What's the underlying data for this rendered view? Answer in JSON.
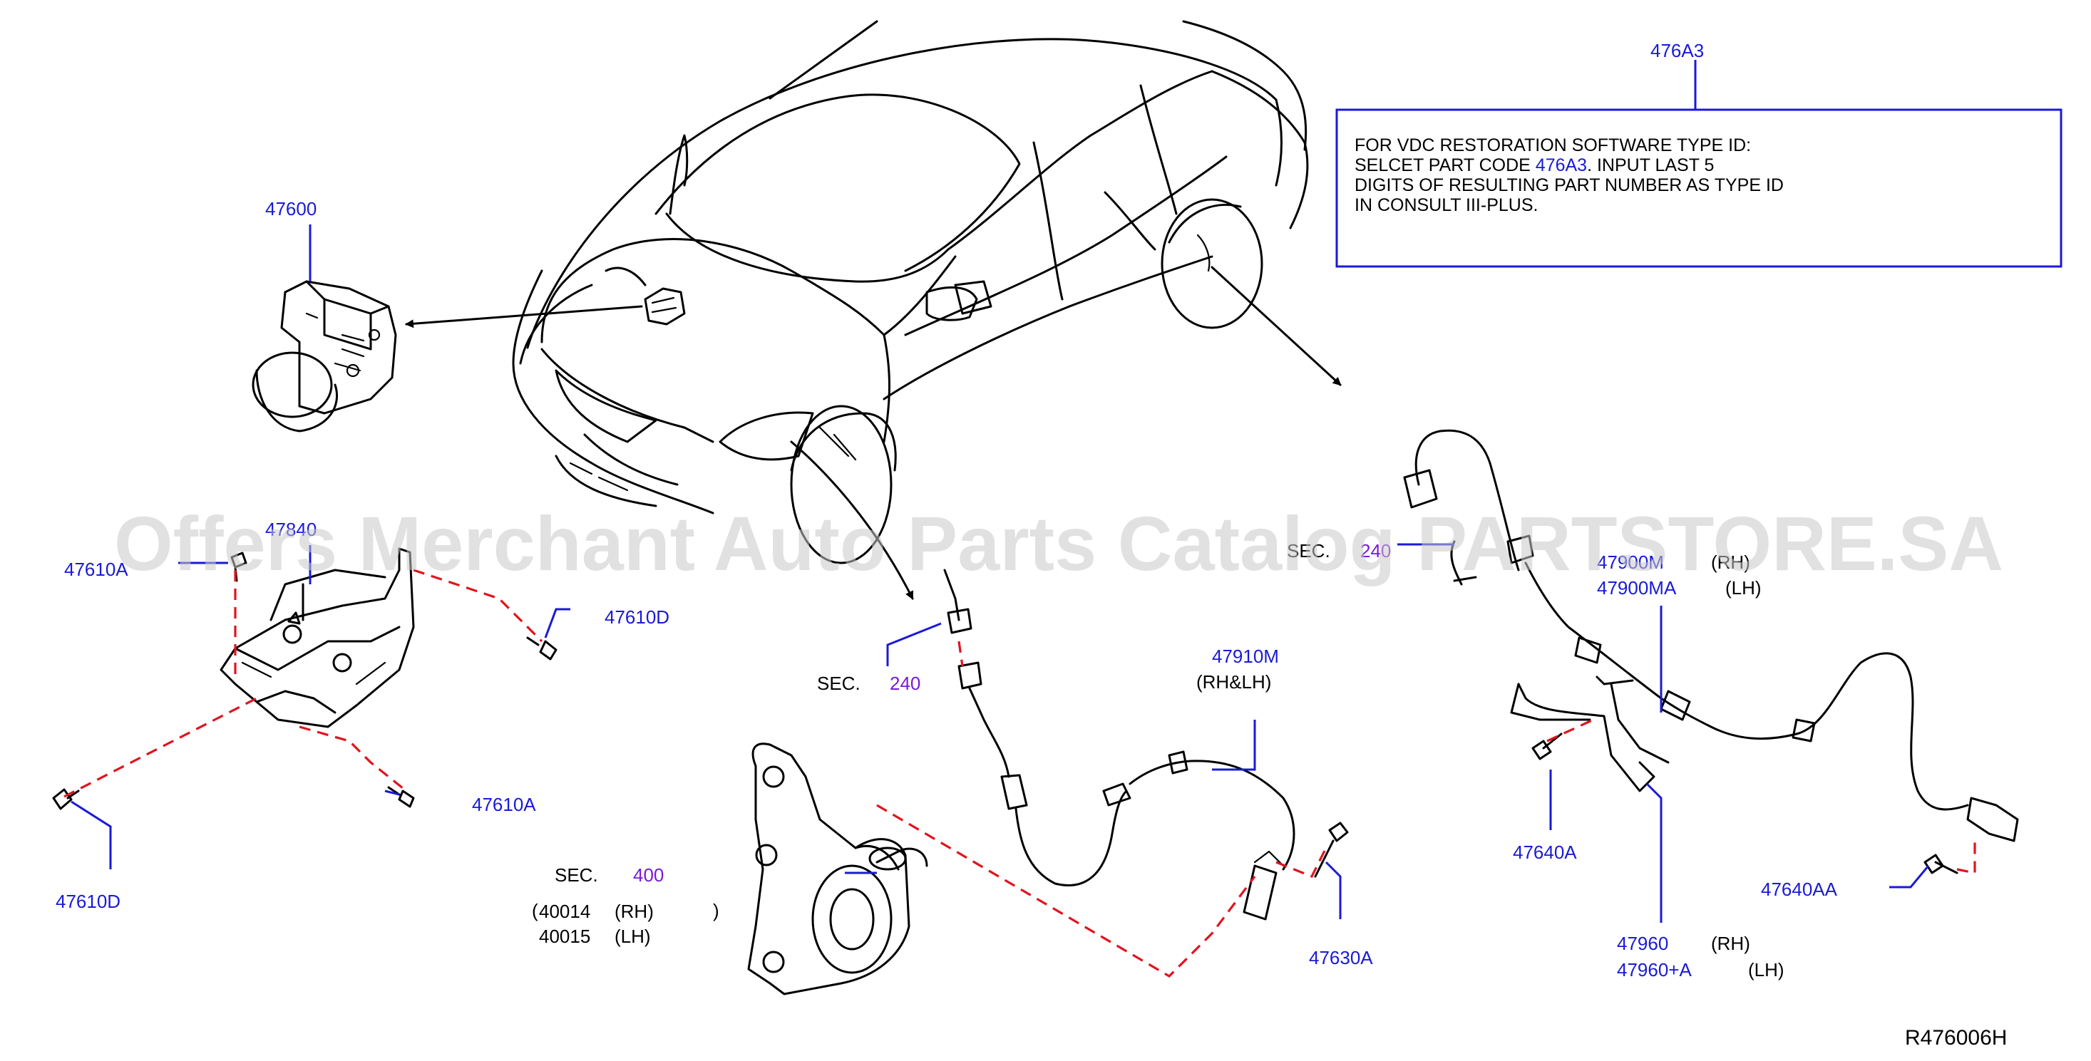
{
  "diagram_code": "R476006H",
  "watermark": "Offers Merchant Auto Parts Catalog PARTSTORE.SA",
  "note_box": {
    "ref": "476A3",
    "line1": "FOR  VDC  RESTORATION  SOFTWARE  TYPE  ID:",
    "line2_a": "SELCET  PART  CODE",
    "line2_code": "476A3",
    "line2_b": ".  INPUT  LAST  5",
    "line3": "DIGITS  OF  RESULTING PART  NUMBER  AS  TYPE ID",
    "line4": "IN CONSULT III-PLUS."
  },
  "parts": {
    "p47600": "47600",
    "p47840": "47840",
    "p47610A_top": "47610A",
    "p47610D_right": "47610D",
    "p47610A_bottom": "47610A",
    "p47610D_left": "47610D",
    "p47910M": "47910M",
    "p47910M_side": "(RH&LH)",
    "p47630A": "47630A",
    "p47900M": "47900M",
    "p47900M_side": "(RH)",
    "p47900MA": "47900MA",
    "p47900MA_side": "(LH)",
    "p47640A": "47640A",
    "p47640AA": "47640AA",
    "p47960": "47960",
    "p47960_side": "(RH)",
    "p47960A": "47960+A",
    "p47960A_side": "(LH)"
  },
  "sections": {
    "sec_prefix": "SEC.",
    "sec240_left": "240",
    "sec240_right": "240",
    "sec400": "400",
    "knuckle_rh_code": "40014",
    "knuckle_rh_side": "(RH)",
    "knuckle_lh_code": "40015",
    "knuckle_lh_side": "(LH)"
  }
}
